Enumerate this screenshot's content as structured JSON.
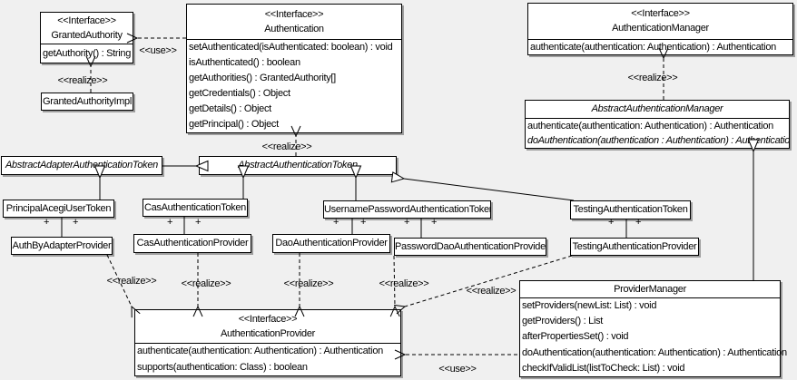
{
  "diagram": {
    "type": "uml-class-diagram",
    "colors": {
      "background": "#f0f0f0",
      "node_fill": "#ffffff",
      "line": "#000000",
      "shadow": "#9e9e9e"
    },
    "edge_labels": {
      "use": "<<use>>",
      "realize": "<<realize>>",
      "plus": "+"
    },
    "classes": {
      "granted_authority": {
        "stereotype": "<<Interface>>",
        "name": "GrantedAuthority",
        "methods": [
          "getAuthority() : String"
        ]
      },
      "granted_authority_impl": {
        "name": "GrantedAuthorityImpl",
        "methods": []
      },
      "authentication": {
        "stereotype": "<<Interface>>",
        "name": "Authentication",
        "methods": [
          "setAuthenticated(isAuthenticated: boolean) : void",
          "isAuthenticated() : boolean",
          "getAuthorities() : GrantedAuthority[]",
          "getCredentials() : Object",
          "getDetails() : Object",
          "getPrincipal() : Object"
        ]
      },
      "authentication_manager": {
        "stereotype": "<<Interface>>",
        "name": "AuthenticationManager",
        "methods": [
          "authenticate(authentication: Authentication) : Authentication"
        ]
      },
      "abstract_authentication_manager": {
        "name": "AbstractAuthenticationManager",
        "methods": [
          "authenticate(authentication: Authentication) : Authentication",
          "doAuthentication(authentication : Authentication) : Authentication"
        ]
      },
      "abstract_adapter_authentication_token": {
        "name": "AbstractAdapterAuthenticationToken",
        "methods": []
      },
      "abstract_authentication_token": {
        "name": "AbstractAuthenticationToken",
        "methods": []
      },
      "principal_acegi_user_token": {
        "name": "PrincipalAcegiUserToken",
        "methods": []
      },
      "cas_authentication_token": {
        "name": "CasAuthenticationToken",
        "methods": []
      },
      "username_password_authentication_token": {
        "name": "UsernamePasswordAuthenticationToken",
        "methods": []
      },
      "testing_authentication_token": {
        "name": "TestingAuthenticationToken",
        "methods": []
      },
      "auth_by_adapter_provider": {
        "name": "AuthByAdapterProvider",
        "methods": []
      },
      "cas_authentication_provider": {
        "name": "CasAuthenticationProvider",
        "methods": []
      },
      "dao_authentication_provider": {
        "name": "DaoAuthenticationProvider",
        "methods": []
      },
      "password_dao_authentication_provider": {
        "name": "PasswordDaoAuthenticationProvider",
        "methods": []
      },
      "testing_authentication_provider": {
        "name": "TestingAuthenticationProvider",
        "methods": []
      },
      "authentication_provider": {
        "stereotype": "<<Interface>>",
        "name": "AuthenticationProvider",
        "methods": [
          "authenticate(authentication: Authentication) : Authentication",
          "supports(authentication: Class) : boolean"
        ]
      },
      "provider_manager": {
        "name": "ProviderManager",
        "methods": [
          "setProviders(newList: List) : void",
          "getProviders() : List",
          "afterPropertiesSet() : void",
          "doAuthentication(authentication: Authentication) : Authentication",
          "checkIfValidList(listToCheck: List) : void"
        ]
      }
    }
  }
}
